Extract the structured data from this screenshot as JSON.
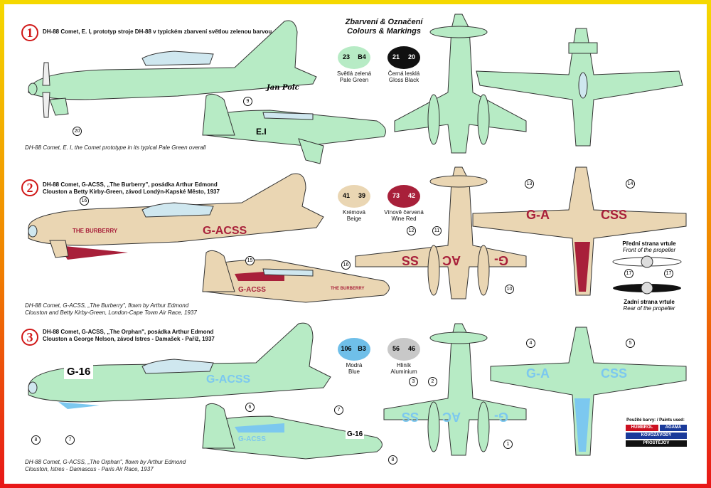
{
  "header": {
    "title_cz": "Zbarvení & Označení",
    "title_en": "Colours & Markings"
  },
  "versions": [
    {
      "num": "1",
      "title_cz": "DH-88 Comet, E. I, prototyp stroje DH-88 v typickém zbarvení světlou zelenou barvou",
      "caption_en": "DH-88 Comet, E. I, the Comet prototype in its typical Pale Green overall",
      "reg": "E.I",
      "signature": "Jan Polc"
    },
    {
      "num": "2",
      "title_cz_1": "DH-88 Comet, G-ACSS, „The Burberry\", posádka Arthur Edmond",
      "title_cz_2": "Clouston a Betty Kirby-Green, závod Londýn-Kapské Město, 1937",
      "caption_en_1": "DH-88 Comet, G-ACSS, „The Burberry\", flown by Arthur Edmond",
      "caption_en_2": "Clouston and Betty Kirby-Green, London-Cape Town Air Race, 1937",
      "reg": "G-ACSS",
      "logo": "THE BURBERRY"
    },
    {
      "num": "3",
      "title_cz_1": "DH-88 Comet, G-ACSS, „The Orphan\", posádka Arthur Edmond",
      "title_cz_2": "Clouston a George Nelson, závod Istres - Damašek - Paříž, 1937",
      "caption_en_1": "DH-88 Comet, G-ACSS, „The Orphan\", flown by Arthur Edmond",
      "caption_en_2": "Clouston, Istres - Damascus - Paris Air Race, 1937",
      "reg": "G-ACSS",
      "race_no": "G-16"
    }
  ],
  "swatches": [
    {
      "a": "23",
      "b": "B4",
      "cz": "Světlá zelená",
      "en": "Pale Green",
      "color": "#b7ebc5",
      "text": "#111"
    },
    {
      "a": "21",
      "b": "20",
      "cz": "Černá lesklá",
      "en": "Gloss Black",
      "color": "#111111",
      "text": "#fff"
    },
    {
      "a": "41",
      "b": "39",
      "cz": "Krémová",
      "en": "Beige",
      "color": "#ead6b3",
      "text": "#111"
    },
    {
      "a": "73",
      "b": "42",
      "cz": "Vínově červená",
      "en": "Wine Red",
      "color": "#a8203a",
      "text": "#fff"
    },
    {
      "a": "106",
      "b": "B3",
      "cz": "Modrá",
      "en": "Blue",
      "color": "#6fbfe9",
      "text": "#111"
    },
    {
      "a": "56",
      "b": "46",
      "cz": "Hliník",
      "en": "Aluminium",
      "color": "#c8c8c8",
      "text": "#111"
    }
  ],
  "propeller": {
    "front_cz": "Přední strana vrtule",
    "front_en": "Front of the propeller",
    "rear_cz": "Zadní strana vrtule",
    "rear_en": "Rear of the propeller"
  },
  "paints": {
    "label": "Použité barvy: / Paints used:",
    "brand1": "HUMBROL",
    "brand2": "AGAMA",
    "brand3": "KOVOZÁVODY",
    "brand4": "PROSTĚJOV"
  },
  "callouts": {
    "c20": "20",
    "c9": "9",
    "c16": "16",
    "c15": "15",
    "c16b": "16",
    "c13": "13",
    "c14": "14",
    "c12": "12",
    "c11": "11",
    "c10": "10",
    "c17a": "17",
    "c17b": "17",
    "c8": "8",
    "c7": "7",
    "c6": "6",
    "c7b": "7",
    "c8b": "8",
    "c3": "3",
    "c2": "2",
    "c1": "1",
    "c4": "4",
    "c5": "5"
  },
  "wing_marks": {
    "v2_top_left": "G-A",
    "v2_top_right": "CSS",
    "v2_bottom_1": "SS",
    "v2_bottom_2": "AC",
    "v2_bottom_3": "G-",
    "v3_top_left": "G-A",
    "v3_top_right": "CSS",
    "v3_bottom_1": "SS",
    "v3_bottom_2": "AC",
    "v3_bottom_3": "G-"
  },
  "colors": {
    "green": "#b7ebc5",
    "beige": "#ead6b3",
    "wine": "#a8203a",
    "blue": "#7cc8ef",
    "accent": "#d01818"
  }
}
